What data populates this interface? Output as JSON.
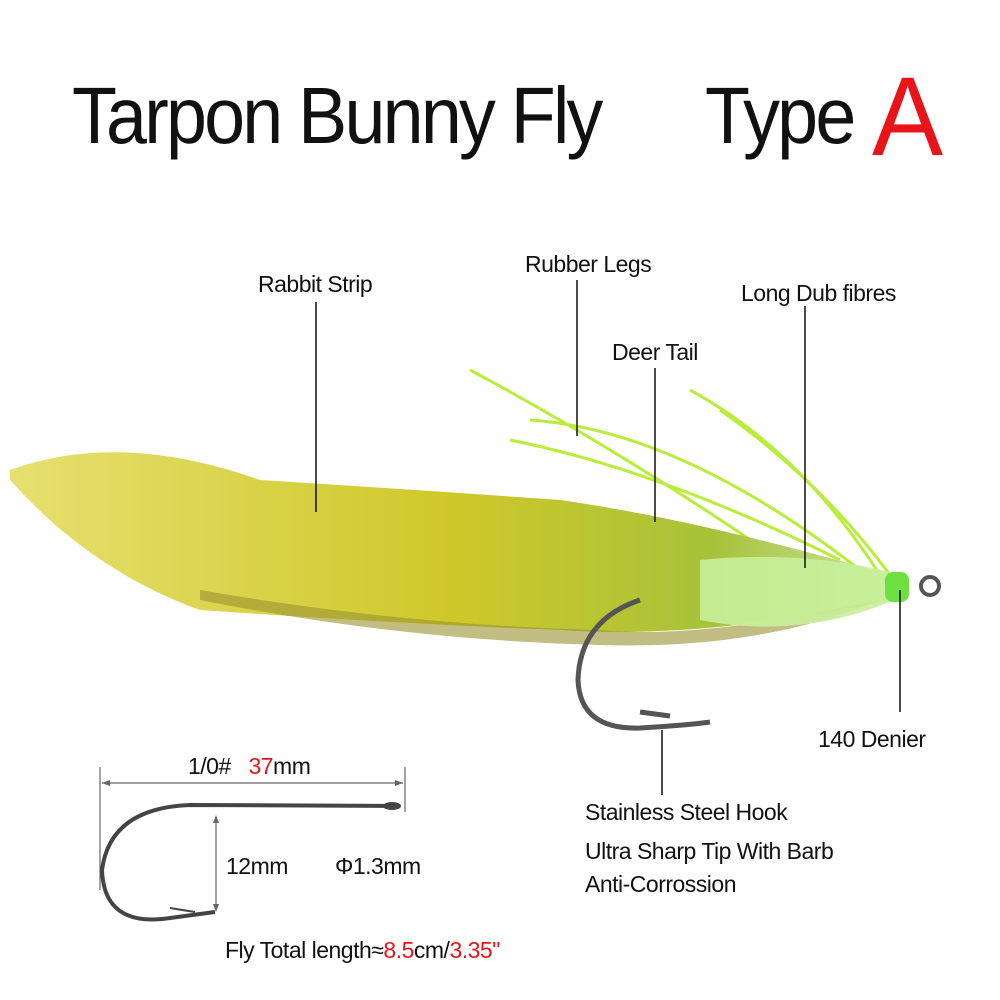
{
  "title": "Tarpon Bunny Fly",
  "type_label": "Type",
  "type_letter": "A",
  "callouts": {
    "rabbit_strip": "Rabbit Strip",
    "rubber_legs": "Rubber Legs",
    "deer_tail": "Deer Tail",
    "long_dub": "Long Dub fibres",
    "denier": "140 Denier",
    "hook_lines": [
      "Stainless Steel Hook",
      "Ultra Sharp Tip With Barb",
      "Anti-Corrossion"
    ]
  },
  "hook_spec": {
    "size": "1/0#",
    "length_value": "37",
    "length_unit": "mm",
    "gap": "12mm",
    "diameter": "Φ1.3mm"
  },
  "total_length": {
    "prefix": "Fly Total length≈",
    "cm_value": "8.5",
    "cm_unit": "cm/",
    "inch_value": "3.35\""
  },
  "colors": {
    "accent_red": "#e8141a",
    "fur_yellow": "#d8d238",
    "chartreuse": "#8fe83a"
  }
}
